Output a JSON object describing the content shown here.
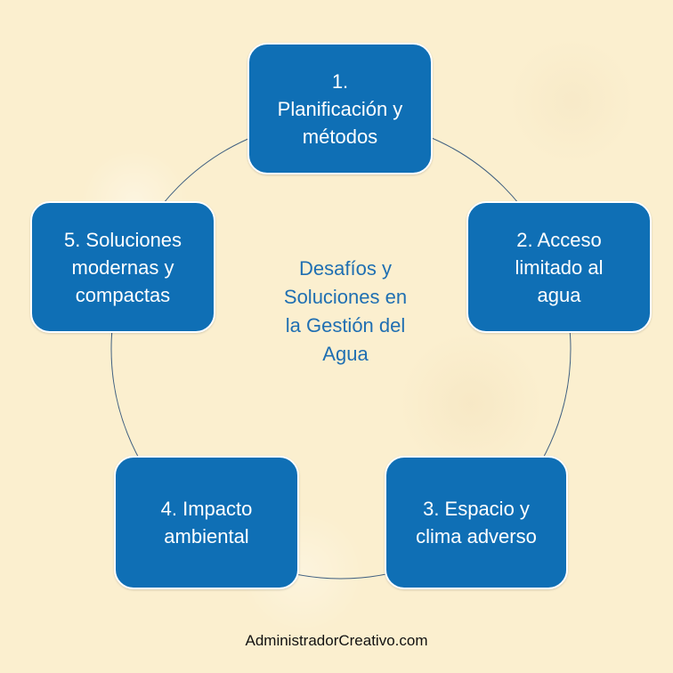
{
  "center_title": "Desafíos y\nSoluciones en\nla Gestión del\nAgua",
  "steps": [
    {
      "label": "1.\nPlanificación y\nmétodos"
    },
    {
      "label": "2. Acceso\nlimitado al\nagua"
    },
    {
      "label": "3. Espacio y\nclima adverso"
    },
    {
      "label": "4. Impacto\nambiental"
    },
    {
      "label": "5. Soluciones\nmodernas y\ncompactas"
    }
  ],
  "footer": "AdministradorCreativo.com",
  "colors": {
    "node_fill": "#0f6fb5",
    "node_border": "#ffffff",
    "center_text": "#1f6fb2",
    "connector": "#3f5f80",
    "background": "#fbefcf"
  }
}
